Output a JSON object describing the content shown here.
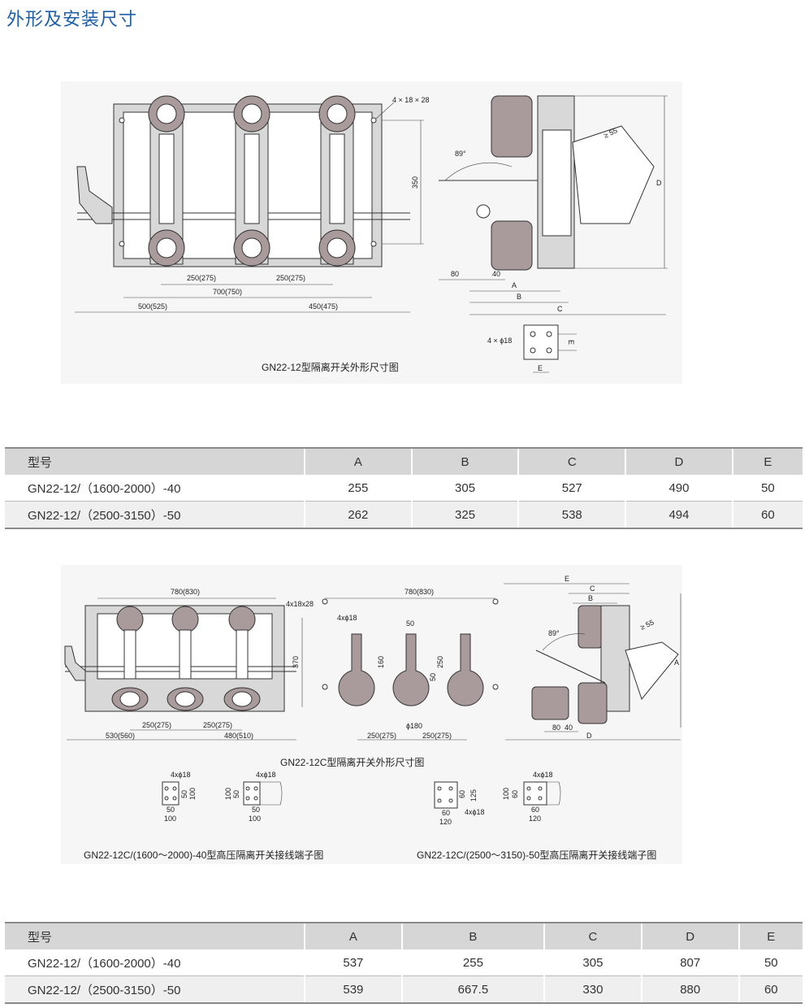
{
  "page_title": "外形及安装尺寸",
  "drawing1": {
    "caption": "GN22-12型隔离开关外形尺寸图",
    "labels": {
      "holes": "4 × 18 × 28",
      "height": "350",
      "pitch_left": "250(275)",
      "pitch_right": "250(275)",
      "span": "700(750)",
      "left_len": "500(525)",
      "right_len": "450(475)",
      "angle": "89°",
      "min_gap": "≥ 55",
      "d": "D",
      "dim80": "80",
      "dim40": "40",
      "a": "A",
      "b": "B",
      "c": "C",
      "terminal_holes": "4 × ϕ18",
      "e_v": "E",
      "e_h": "E"
    }
  },
  "table1": {
    "headers": [
      "型号",
      "A",
      "B",
      "C",
      "D",
      "E"
    ],
    "rows": [
      [
        "GN22-12/（1600-2000）-40",
        "255",
        "305",
        "527",
        "490",
        "50"
      ],
      [
        "GN22-12/（2500-3150）-50",
        "262",
        "325",
        "538",
        "494",
        "60"
      ]
    ]
  },
  "drawing2": {
    "caption": "GN22-12C型隔离开关外形尺寸图",
    "labels": {
      "width_top": "780(830)",
      "holes": "4x18x28",
      "height": "370",
      "pitch_left": "250(275)",
      "pitch_right": "250(275)",
      "left_len": "530(560)",
      "right_len": "480(510)",
      "width_top2": "780(830)",
      "holes2": "4xϕ18",
      "d50a": "50",
      "d160": "160",
      "d250": "250",
      "d50b": "50",
      "d180": "ϕ180",
      "pitch2_left": "250(275)",
      "pitch2_right": "250(275)",
      "e": "E",
      "c": "C",
      "b": "B",
      "angle": "89°",
      "min_gap": "≥ 55",
      "a": "A",
      "dim80": "80",
      "dim40": "40",
      "d": "D"
    },
    "terminals": {
      "caption_left": "GN22-12C/(1600～2000)-40型高压隔离开关接线端子图",
      "caption_right": "GN22-12C/(2500～3150)-50型高压隔离开关接线端子图",
      "t1": {
        "holes": "4xϕ18",
        "v1": "50",
        "v2": "100",
        "h1": "50",
        "h2": "100"
      },
      "t2": {
        "holes": "4xϕ18",
        "v1": "100",
        "v2": "50",
        "h1": "50",
        "h2": "100"
      },
      "t3": {
        "holes": "4xϕ18",
        "v1": "60",
        "v2": "125",
        "h1": "60",
        "h2": "120"
      },
      "t4": {
        "holes": "4xϕ18",
        "v1": "100",
        "v2": "60",
        "h1": "60",
        "h2": "120"
      }
    }
  },
  "table2": {
    "headers": [
      "型号",
      "A",
      "B",
      "C",
      "D",
      "E"
    ],
    "rows": [
      [
        "GN22-12/（1600-2000）-40",
        "537",
        "255",
        "305",
        "807",
        "50"
      ],
      [
        "GN22-12/（2500-3150）-50",
        "539",
        "667.5",
        "330",
        "880",
        "60"
      ]
    ]
  }
}
